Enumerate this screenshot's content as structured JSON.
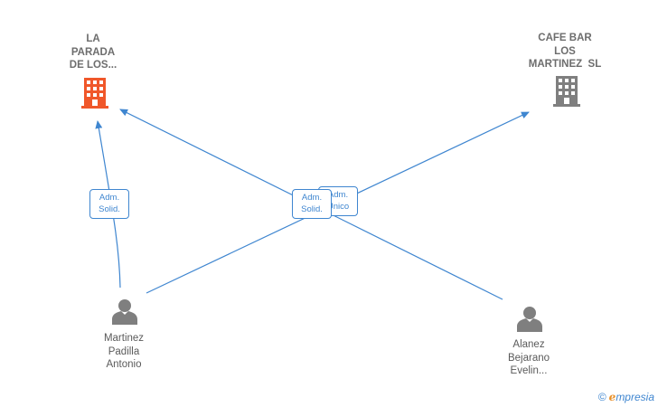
{
  "companies": [
    {
      "lines": [
        "LA",
        "PARADA",
        "DE LOS..."
      ],
      "icon": "building-icon",
      "color": "#f0572a"
    },
    {
      "lines": [
        "CAFE BAR",
        "LOS",
        "MARTINEZ  SL"
      ],
      "icon": "building-icon",
      "color": "#7f7f7f"
    }
  ],
  "persons": [
    {
      "lines": [
        "Martinez",
        "Padilla",
        "Antonio"
      ],
      "icon": "person-icon",
      "color": "#7f7f7f"
    },
    {
      "lines": [
        "Alanez",
        "Bejarano",
        "Evelin..."
      ],
      "icon": "person-icon",
      "color": "#7f7f7f"
    }
  ],
  "edges": [
    {
      "from": "person-martinez",
      "to": "company-la-parada",
      "label": [
        "Adm.",
        "Solid."
      ]
    },
    {
      "from": "person-martinez",
      "to": "company-cafe-bar",
      "label": [
        "Adm.",
        "Unico"
      ]
    },
    {
      "from": "person-alanez",
      "to": "company-la-parada",
      "label": [
        "Adm.",
        "Solid."
      ]
    }
  ],
  "colors": {
    "edge": "#3f86d0",
    "badge_border": "#3f86d0"
  },
  "watermark": {
    "copyright": "©",
    "brand_initial": "e",
    "brand_rest": "mpresia"
  }
}
